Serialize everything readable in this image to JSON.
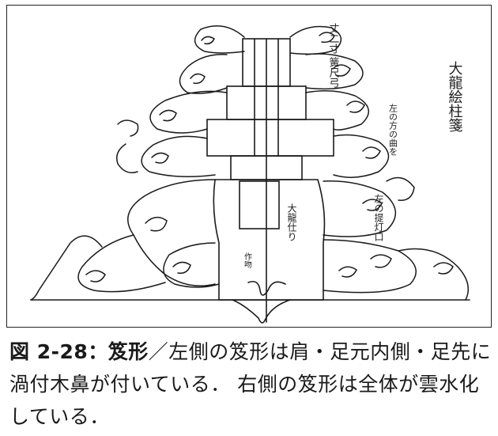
{
  "figure": {
    "annotations": {
      "top": "丈二寸 簧尺弓",
      "right_main": "大龍絵柱箋",
      "right_sub": "左の方の曲を",
      "right_lower": "左の提灯口",
      "center": "大龍仕り",
      "bottom_small": "作吻"
    }
  },
  "caption": {
    "figure_number": "図 2-28：笈形",
    "text": "／左側の笈形は肩・足元内側・足先に渦付木鼻が付いている． 右側の笈形は全体が雲水化している．"
  }
}
